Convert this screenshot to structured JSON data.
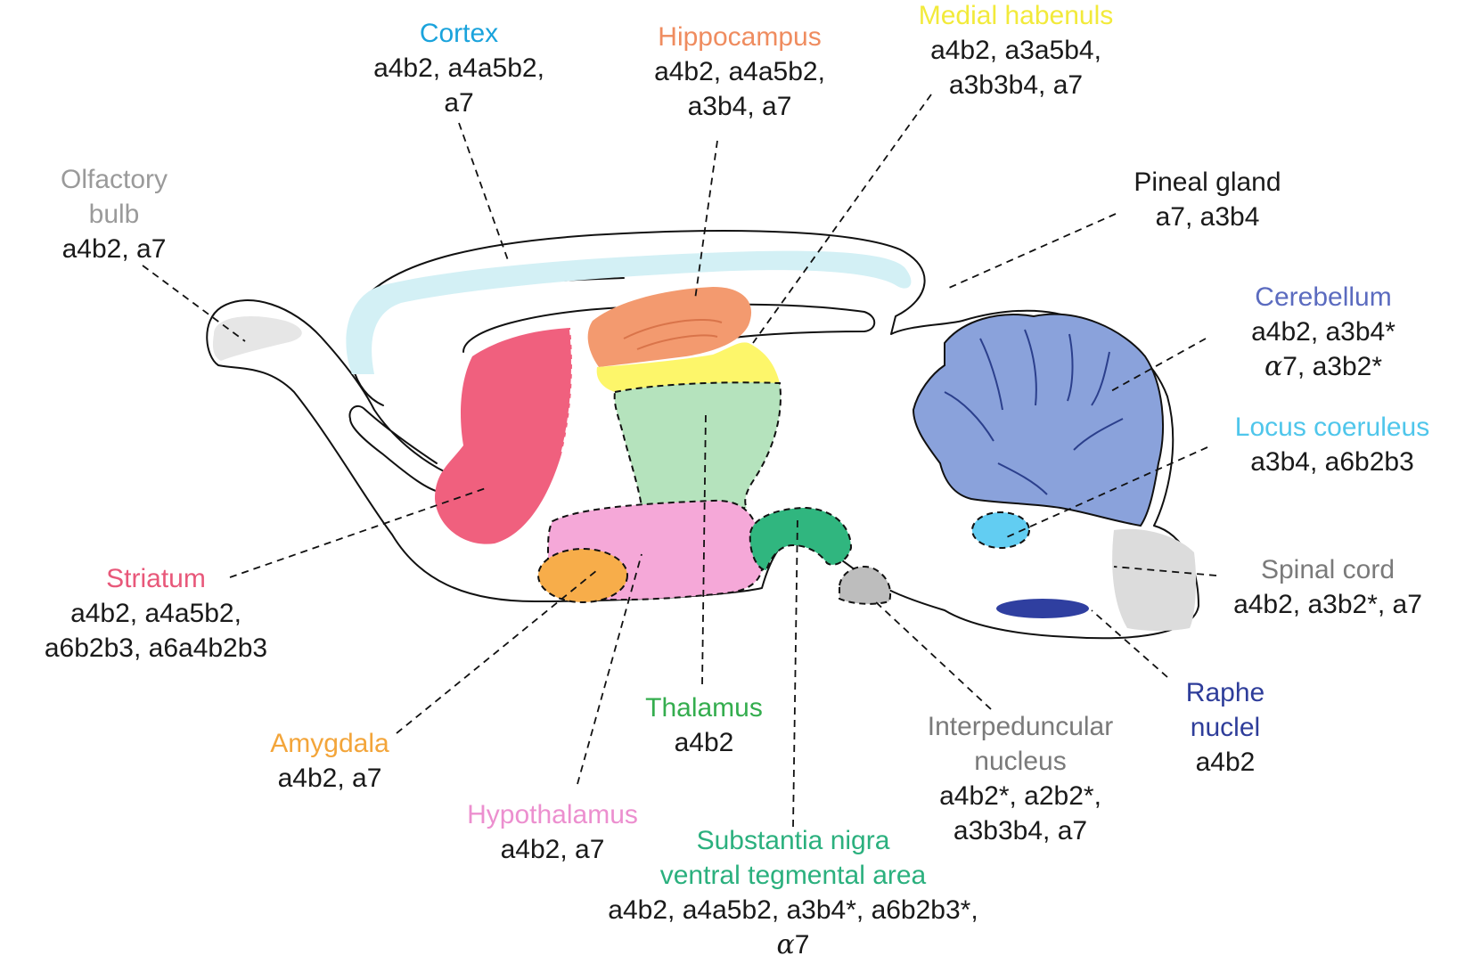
{
  "regions": {
    "cortex": {
      "name": [
        "Cortex"
      ],
      "receptors": [
        "a4b2, a4a5b2,",
        "a7"
      ],
      "color": "#1aa3dc",
      "fill": "#d3f0f5"
    },
    "hippocampus": {
      "name": [
        "Hippocampus"
      ],
      "receptors": [
        "a4b2, a4a5b2,",
        "a3b4, a7"
      ],
      "color": "#ef8c5f",
      "fill": "#f39a6f"
    },
    "habenula": {
      "name": [
        "Medial habenuls"
      ],
      "receptors": [
        "a4b2, a3a5b4,",
        "a3b3b4, a7"
      ],
      "color": "#f2ea3a",
      "fill": "#fdf66a"
    },
    "olfactory": {
      "name": [
        "Olfactory",
        "bulb"
      ],
      "receptors": [
        "a4b2, a7"
      ],
      "color": "#9a9a9a",
      "fill": "#e6e6e6"
    },
    "pineal": {
      "name": [
        "Pineal gland"
      ],
      "receptors": [
        "a7, a3b4"
      ],
      "color": "#1a1a1a",
      "fill": "#ffffff"
    },
    "cerebellum": {
      "name": [
        "Cerebellum"
      ],
      "receptors": [
        "a4b2, a3b4*",
        "α7, a3b2*"
      ],
      "color": "#5b6bbf",
      "fill": "#8aa2db"
    },
    "locus": {
      "name": [
        "Locus coeruleus"
      ],
      "receptors": [
        "a3b4, a6b2b3"
      ],
      "color": "#4fc6eb",
      "fill": "#62cdf2"
    },
    "spinal": {
      "name": [
        "Spinal cord"
      ],
      "receptors": [
        "a4b2, a3b2*, a7"
      ],
      "color": "#7a7a7a",
      "fill": "#dcdcdc"
    },
    "striatum": {
      "name": [
        "Striatum"
      ],
      "receptors": [
        "a4b2, a4a5b2,",
        "a6b2b3, a6a4b2b3"
      ],
      "color": "#e8587a",
      "fill": "#f0607e"
    },
    "amygdala": {
      "name": [
        "Amygdala"
      ],
      "receptors": [
        "a4b2, a7"
      ],
      "color": "#f3a53a",
      "fill": "#f7ad4a"
    },
    "hypothalamus": {
      "name": [
        "Hypothalamus"
      ],
      "receptors": [
        "a4b2, a7"
      ],
      "color": "#ec8fcf",
      "fill": "#f5a8d8"
    },
    "thalamus": {
      "name": [
        "Thalamus"
      ],
      "receptors": [
        "a4b2"
      ],
      "color": "#34ad4e",
      "fill": "#b5e3bd"
    },
    "substantia": {
      "name": [
        "Substantia nigra",
        "ventral tegmental area"
      ],
      "receptors": [
        "a4b2, a4a5b2, a3b4*, a6b2b3*,",
        "α7"
      ],
      "color": "#2bb07e",
      "fill": "#30b67f"
    },
    "interpeduncular": {
      "name": [
        "Interpeduncular",
        "nucleus"
      ],
      "receptors": [
        "a4b2*, a2b2*,",
        "a3b3b4, a7"
      ],
      "color": "#7a7a7a",
      "fill": "#bdbdbd"
    },
    "raphe": {
      "name": [
        "Raphe",
        "nuclel"
      ],
      "receptors": [
        "a4b2"
      ],
      "color": "#2e3d9a",
      "fill": "#2f3fa0"
    }
  }
}
